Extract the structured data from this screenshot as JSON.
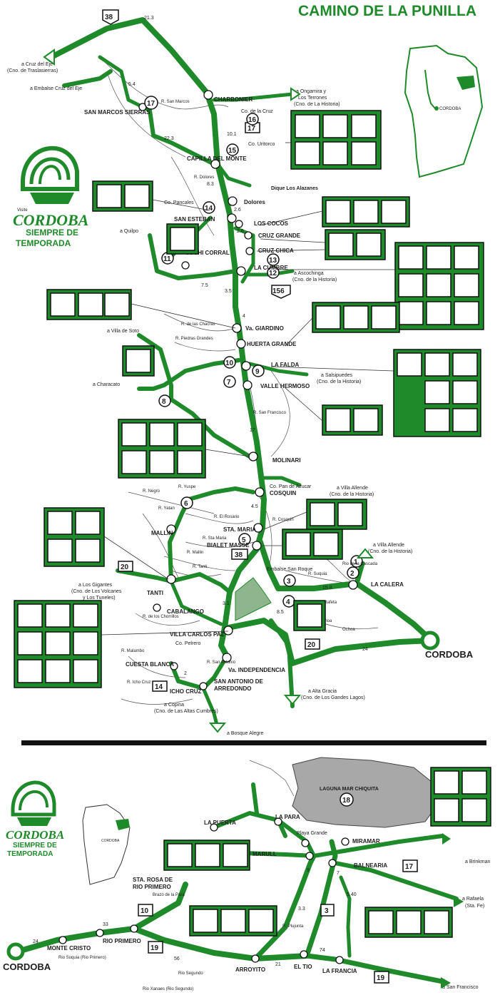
{
  "top_title": "CAMINO DE LA PUNILLA",
  "brand": {
    "small": "Visite",
    "name": "CORDOBA",
    "line1": "SIEMPRE DE",
    "line2": "TEMPORADA"
  },
  "inset_top_label": "CORDOBA",
  "inset_bottom_label": "CORDOBA",
  "route_signs": [
    "38",
    "17",
    "156",
    "38",
    "20",
    "20",
    "14",
    "10",
    "19",
    "3",
    "17",
    "19"
  ],
  "numbered_spots": [
    "17",
    "16",
    "15",
    "14",
    "11",
    "13",
    "12",
    "10",
    "9",
    "7",
    "8",
    "6",
    "5",
    "3",
    "2",
    "1",
    "4",
    "18"
  ],
  "places_top": {
    "charbonier": "CHARBONIER",
    "san_marcos": "SAN MARCOS SIERRAS",
    "capilla": "CAPILLA DEL MONTE",
    "dolores": "Dolores",
    "dique_alazanes": "Dique Los Alazanes",
    "san_esteban": "SAN ESTEBAN",
    "los_cocos": "LOS COCOS",
    "cruz_grande": "CRUZ GRANDE",
    "cruz_chica": "CRUZ CHICA",
    "la_cumbre": "LA CUMBRE",
    "cuchi_corral": "CUCHI CORRAL",
    "va_giardino": "Va. GIARDINO",
    "huerta_grande": "HUERTA GRANDE",
    "la_falda": "LA FALDA",
    "valle_hermoso": "VALLE HERMOSO",
    "molinari": "MOLINARI",
    "cosquin": "COSQUIN",
    "sta_maria": "STA. MARIA",
    "bialet_masse": "BIALET MASSE",
    "mallin": "MALLIN",
    "tanti": "TANTI",
    "cabalango": "CABALANGO",
    "villa_carlos_paz": "VILLA CARLOS PAZ",
    "cuesta_blanca": "CUESTA BLANCA",
    "icho_cruz": "ICHO CRUZ",
    "san_antonio": "SAN ANTONIO DE",
    "arredondo": "ARREDONDO",
    "va_independencia": "Va. INDEPENDENCIA",
    "la_calera": "LA CALERA",
    "cordoba": "CORDOBA",
    "embalse_san_roque": "Embalse San Roque",
    "co_pan_azucar": "Co. Pan de Azucar",
    "co_uritorco": "Co. Uritorco",
    "co_pancales": "Co. Pancales",
    "co_de_la_cruz": "Co. de la Cruz",
    "co_pelrero": "Co. Pelrero"
  },
  "directions_top": {
    "cruz_del_eje": "a Cruz del Eje",
    "cruz_del_eje_sub": "(Cno. de Traslasierras)",
    "embalse_cruz": "a Embalse Cruz del Eje",
    "ongamira": "a Ongamira y",
    "ongamira2": "Los Terrones",
    "ongamira3": "(Cno. de La Historia)",
    "quilpo": "a Quilpo",
    "ascochinga": "a Ascochinga",
    "ascochinga2": "(Cno. de la Historia)",
    "villa_de_soto": "a Villa de Soto",
    "characato": "a Characato",
    "salsipuedes": "a Salsipuedes",
    "salsipuedes2": "(Cno. de la Historia)",
    "villa_allende1": "a Villa Allende",
    "villa_allende1b": "(Cno. de la Historia)",
    "villa_allende2": "a Villa Allende",
    "villa_allende2b": "(Cno. de la Historia)",
    "los_gigantes": "a Los Gigantes",
    "los_gigantes2": "(Cno. de Los Volcanes",
    "los_gigantes3": "y Los Tuneles)",
    "copina": "a Copina",
    "copina2": "(Cno. de Las Altas Cumbres)",
    "bosque_alegre": "a Bosque Alegre",
    "alta_gracia": "a Alta Gracia",
    "alta_gracia2": "(Cno. de Los Gandes Lagos)"
  },
  "road_numbers_top": [
    "21.3",
    "5.4",
    "22.3",
    "10.1",
    "8.3",
    "2.6",
    "2.6",
    "7.5",
    "3.5",
    "4",
    "17",
    "4.5",
    "15.8",
    "8.5",
    "24",
    "2",
    "3.1"
  ],
  "rivers_top": [
    "R. Dolores",
    "R. San Marcos",
    "R. de las Chacras",
    "R. Piedras Grandes",
    "R. San Francisco",
    "R. Negro",
    "R. Yuspe",
    "R. Yatan",
    "R. El Rosario",
    "R. Sta Maria",
    "R. Mallin",
    "R. Tanti",
    "R. Cosquin",
    "R. de los Chorrillos",
    "R. Suquia",
    "R. Ochoa",
    "R. Malambo",
    "R. Icho Cruz",
    "R. San Antonio",
    "Rio de la Cascada",
    "A. de la Estafeta",
    "Ochoa"
  ],
  "places_bottom": {
    "la_puerta": "LA PUERTA",
    "la_para": "LA PARA",
    "playa_grande": "Playa Grande",
    "laguna": "LAGUNA MAR CHIQUITA",
    "miramar": "MIRAMAR",
    "marull": "MARULL",
    "balnearia": "BALNEARIA",
    "sta_rosa": "STA. ROSA DE",
    "rio_primero_town": "RIO PRIMERO",
    "monte_cristo": "MONTE CRISTO",
    "rio_primero": "RIO PRIMERO",
    "arroyito": "ARROYITO",
    "el_tio": "EL TIO",
    "la_francia": "LA FRANCIA",
    "cordoba": "CORDOBA"
  },
  "directions_bottom": {
    "brinkman": "a Brinkman",
    "rafaela": "a Rafaela",
    "rafaela2": "(Sta. Fe)",
    "san_francisco": "a San Francisco"
  },
  "road_numbers_bottom": [
    "24",
    "33",
    "56",
    "21",
    "74",
    "9",
    "7",
    "5.40",
    "3.3"
  ],
  "rivers_bottom": [
    "Rio Suquia (Rio Primero)",
    "Rio Xanaes (Rio Segundo)",
    "Rio Segundo",
    "Brazo de la Para",
    "R. Plujunta"
  ],
  "colors": {
    "accent": "#1f8a2a",
    "ink": "#111111",
    "background": "#ffffff"
  }
}
